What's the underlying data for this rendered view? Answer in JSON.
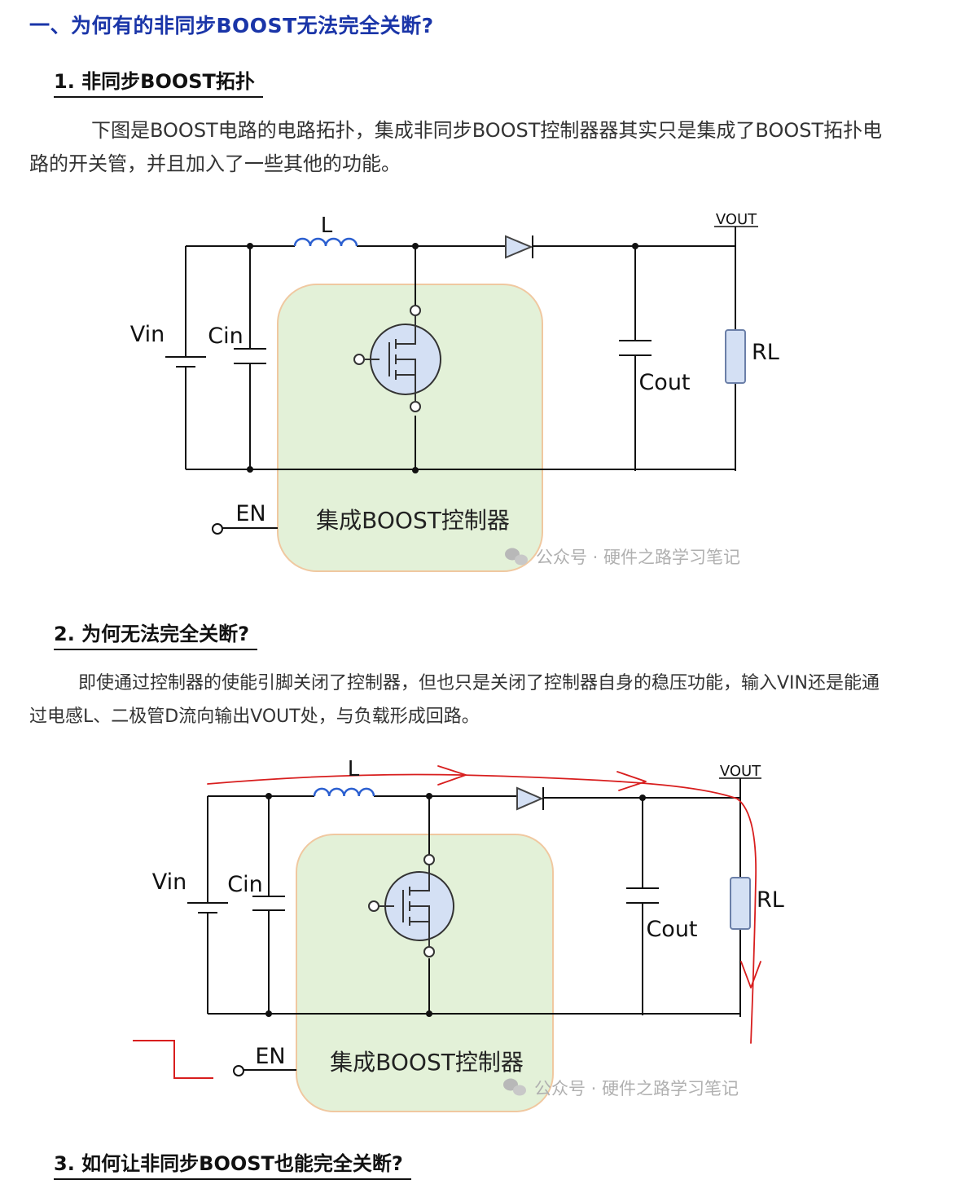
{
  "section_title": "一、为何有的非同步BOOST无法完全关断?",
  "sections": [
    {
      "heading": "1. 非同步BOOST拓扑",
      "text": "下图是BOOST电路的电路拓扑，集成非同步BOOST控制器器其实只是集成了BOOST拓扑电路的开关管，并且加入了一些其他的功能。"
    },
    {
      "heading": "2. 为何无法完全关断?",
      "text": "即使通过控制器的使能引脚关闭了控制器，但也只是关闭了控制器自身的稳压功能，输入VIN还是能通过电感L、二极管D流向输出VOUT处，与负载形成回路。"
    },
    {
      "heading": "3. 如何让非同步BOOST也能完全关断?"
    }
  ],
  "circuit_labels": {
    "inductor": "L",
    "vout": "VOUT",
    "vin": "Vin",
    "cin": "Cin",
    "cout": "Cout",
    "rl": "RL",
    "en": "EN",
    "controller": "集成BOOST控制器"
  },
  "watermark": "公众号 · 硬件之路学习笔记",
  "colors": {
    "title_blue": "#1a35a8",
    "controller_fill": "#e3f1d8",
    "controller_border": "#f0c8a0",
    "mosfet_fill": "#d4e0f4",
    "inductor_blue": "#2b5fd0",
    "current_path_red": "#d81e1e"
  },
  "icons": [
    "wechat-icon"
  ]
}
